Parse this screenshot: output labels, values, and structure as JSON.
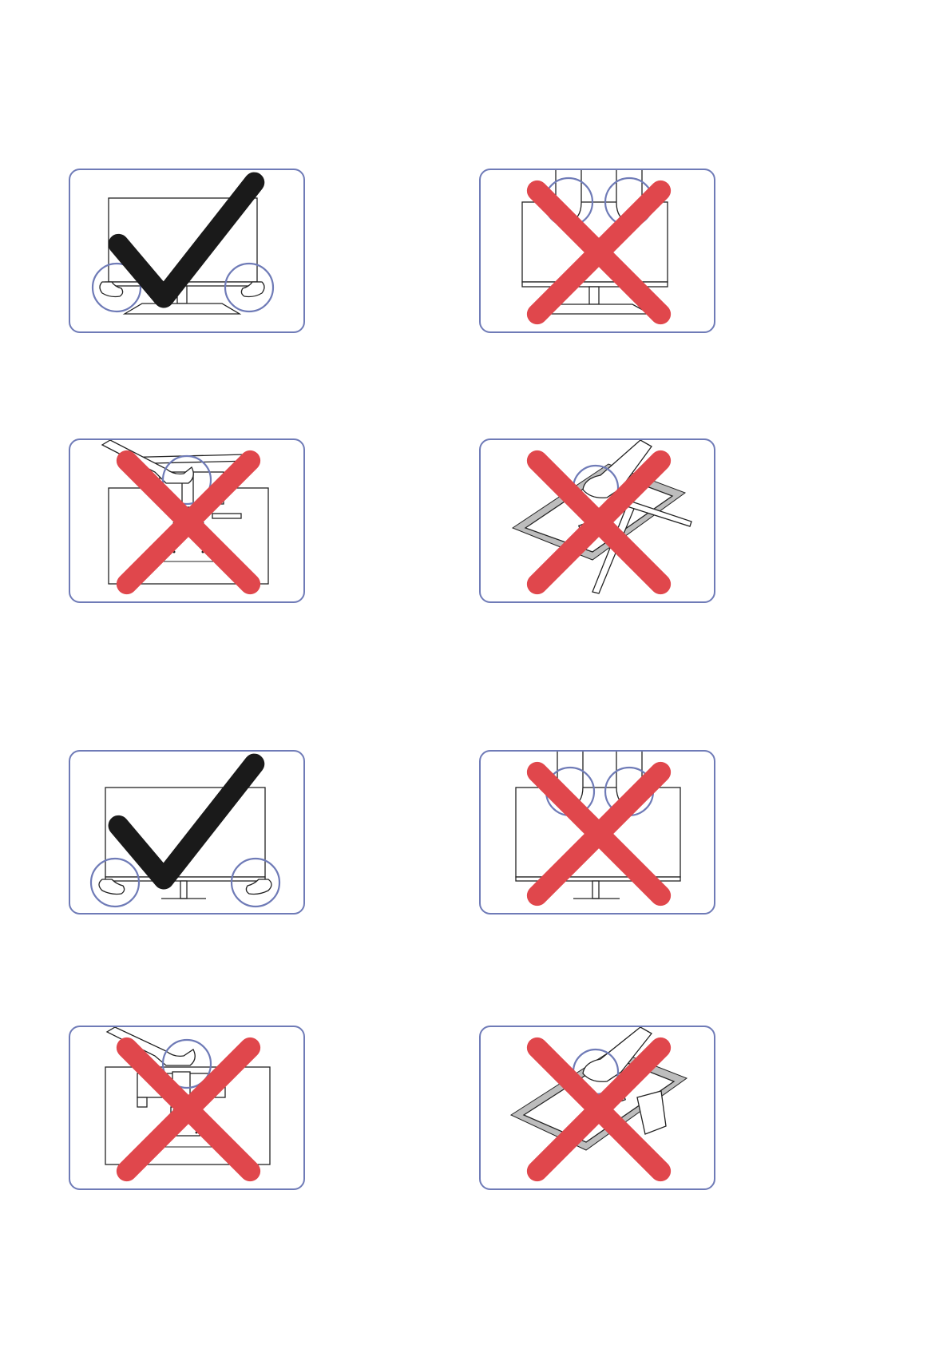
{
  "page": {
    "panels": [
      {
        "id": "p1",
        "mark": "correct",
        "mark_icon": "checkmark-icon",
        "subject": "monitor-with-stand-front-held-by-bottom-corners"
      },
      {
        "id": "p2",
        "mark": "incorrect",
        "mark_icon": "cross-icon",
        "subject": "monitor-with-stand-held-by-top-of-screen"
      },
      {
        "id": "p3",
        "mark": "incorrect",
        "mark_icon": "cross-icon",
        "subject": "monitor-rear-held-by-stand-neck"
      },
      {
        "id": "p4",
        "mark": "incorrect",
        "mark_icon": "cross-icon",
        "subject": "monitor-face-down-in-packaging-pressed-by-hand"
      },
      {
        "id": "p5",
        "mark": "correct",
        "mark_icon": "checkmark-icon",
        "subject": "monitor-front-held-by-bottom-corners"
      },
      {
        "id": "p6",
        "mark": "incorrect",
        "mark_icon": "cross-icon",
        "subject": "monitor-held-by-top-of-screen"
      },
      {
        "id": "p7",
        "mark": "incorrect",
        "mark_icon": "cross-icon",
        "subject": "monitor-rear-held-by-stand-neck"
      },
      {
        "id": "p8",
        "mark": "incorrect",
        "mark_icon": "cross-icon",
        "subject": "monitor-face-down-in-packaging-pressed-by-hand"
      }
    ],
    "colors": {
      "frame": "#6f7bb7",
      "cross": "#e0474c",
      "check": "#1a1a1a"
    }
  }
}
